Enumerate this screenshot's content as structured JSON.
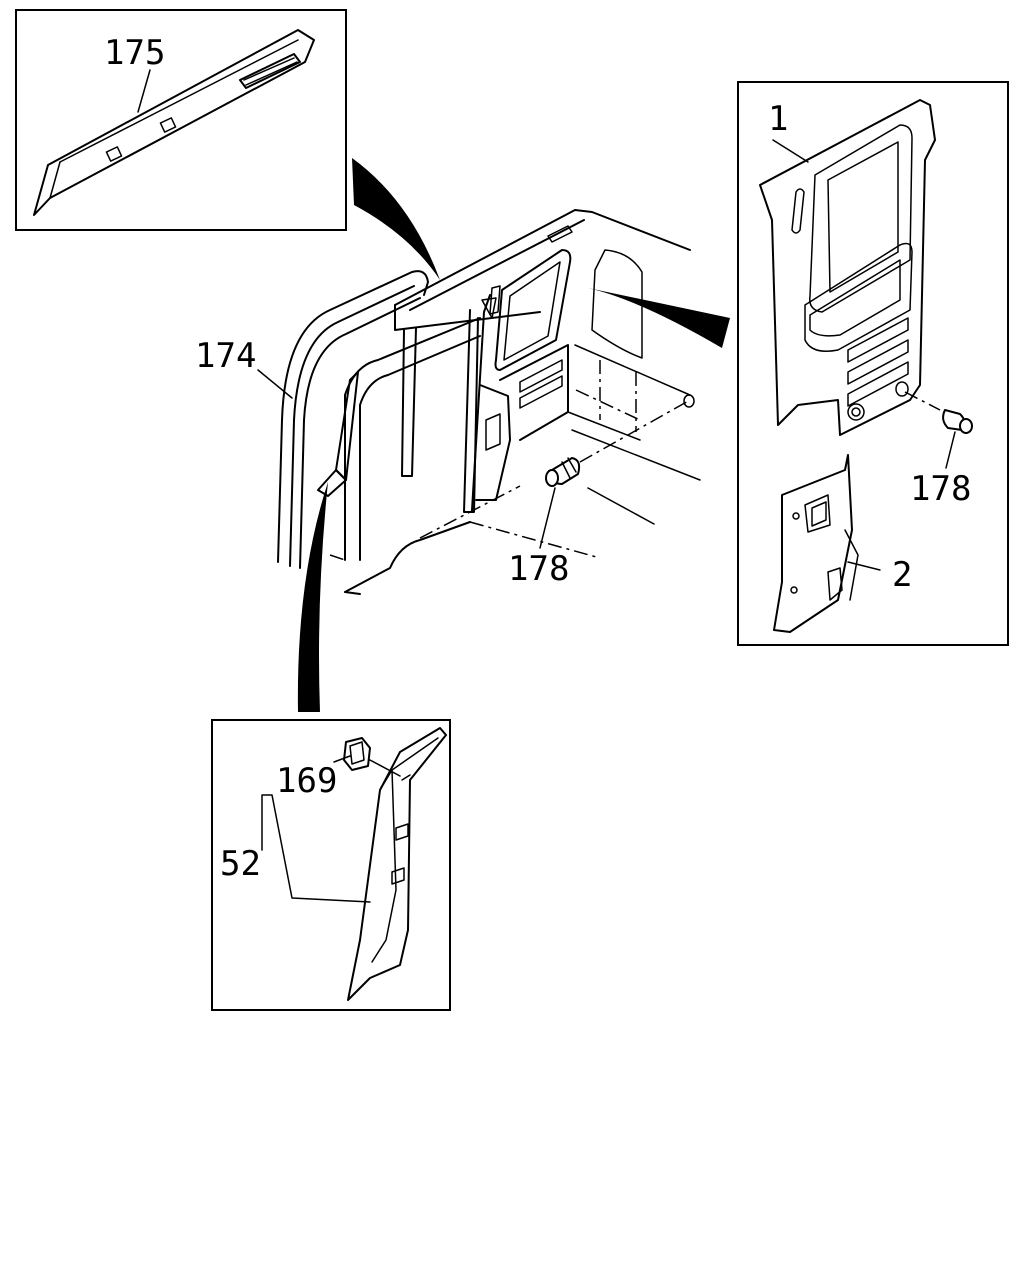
{
  "labels": {
    "p175": "175",
    "p174": "174",
    "p1": "1",
    "p2": "2",
    "p178_center": "178",
    "p178_right": "178",
    "p169": "169",
    "p52": "52"
  },
  "colors": {
    "ink": "#000000",
    "paper": "#ffffff"
  }
}
